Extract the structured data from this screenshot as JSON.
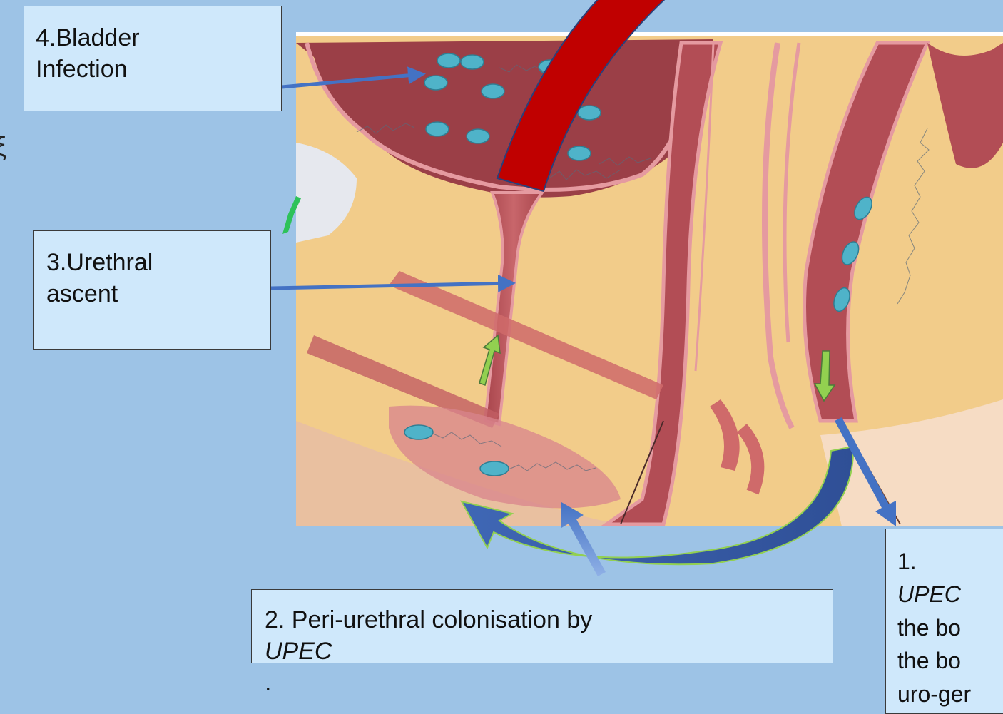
{
  "diagram": {
    "labels": {
      "bladder_infection": "4.Bladder Infection",
      "bladder_infection_line1": "4.Bladder",
      "bladder_infection_line2": "Infection",
      "urethral_ascent_line1": "3.Urethral",
      "urethral_ascent_line2": "ascent",
      "periurethral_prefix": "2. Peri-urethral colonisation by ",
      "periurethral_italic": "UPEC",
      "periurethral_suffix": ".",
      "bowel_line1_italic": "UPEC",
      "bowel_line1_prefix": "1.",
      "bowel_line2": "the bo",
      "bowel_line3": "the bo",
      "bowel_line4": "uro-ger"
    },
    "colors": {
      "background": "#9dc3e6",
      "label_fill": "#cfe8fb",
      "arrow_blue": "#4472c4",
      "arrow_green": "#92d050",
      "catheter_red": "#c00000",
      "bacteria": "#4fb3c9"
    }
  }
}
